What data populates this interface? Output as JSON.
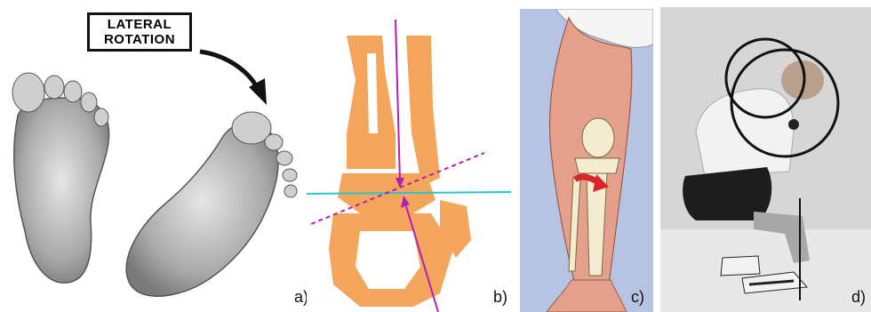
{
  "panel_a": {
    "callout_line1": "LATERAL",
    "callout_line2": "ROTATION",
    "label": "a)"
  },
  "panel_b": {
    "label": "b)"
  },
  "panel_c": {
    "label": "c)"
  },
  "panel_d": {
    "label": "d)"
  },
  "colors": {
    "bone_orange": "#f4a55c",
    "magenta_line": "#b21fb5",
    "cyan_line": "#29c4d0",
    "panel_c_background": "#b6c3e2",
    "arrow_red": "#d8262b"
  },
  "icons": [
    "curved-arrow-icon"
  ]
}
